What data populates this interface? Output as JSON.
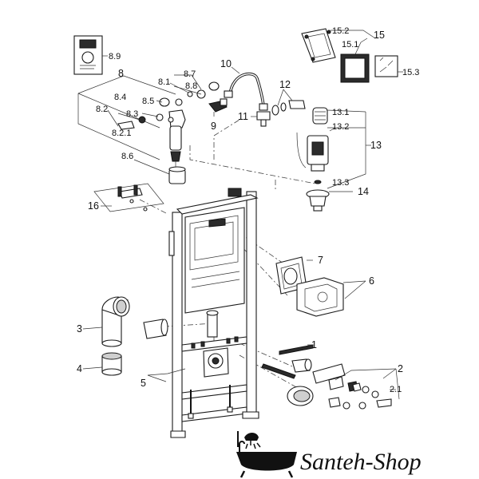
{
  "labels": {
    "p1": "1",
    "p2": "2",
    "p2_1": "2.1",
    "p3": "3",
    "p4": "4",
    "p5": "5",
    "p6": "6",
    "p7": "7",
    "p8": "8",
    "p8_1": "8.1",
    "p8_2": "8.2",
    "p8_2_1": "8.2.1",
    "p8_3": "8.3",
    "p8_4": "8.4",
    "p8_5": "8.5",
    "p8_6": "8.6",
    "p8_7": "8.7",
    "p8_8": "8.8",
    "p8_9": "8.9",
    "p9": "9",
    "p10": "10",
    "p11": "11",
    "p12": "12",
    "p13": "13",
    "p13_1": "13.1",
    "p13_2": "13.2",
    "p13_3": "13.3",
    "p14": "14",
    "p15": "15",
    "p15_1": "15.1",
    "p15_2": "15.2",
    "p15_3": "15.3",
    "p16": "16"
  },
  "watermark": {
    "text": "Santeh-Shop"
  },
  "colors": {
    "line": "#1a1a1a",
    "background": "#ffffff"
  }
}
